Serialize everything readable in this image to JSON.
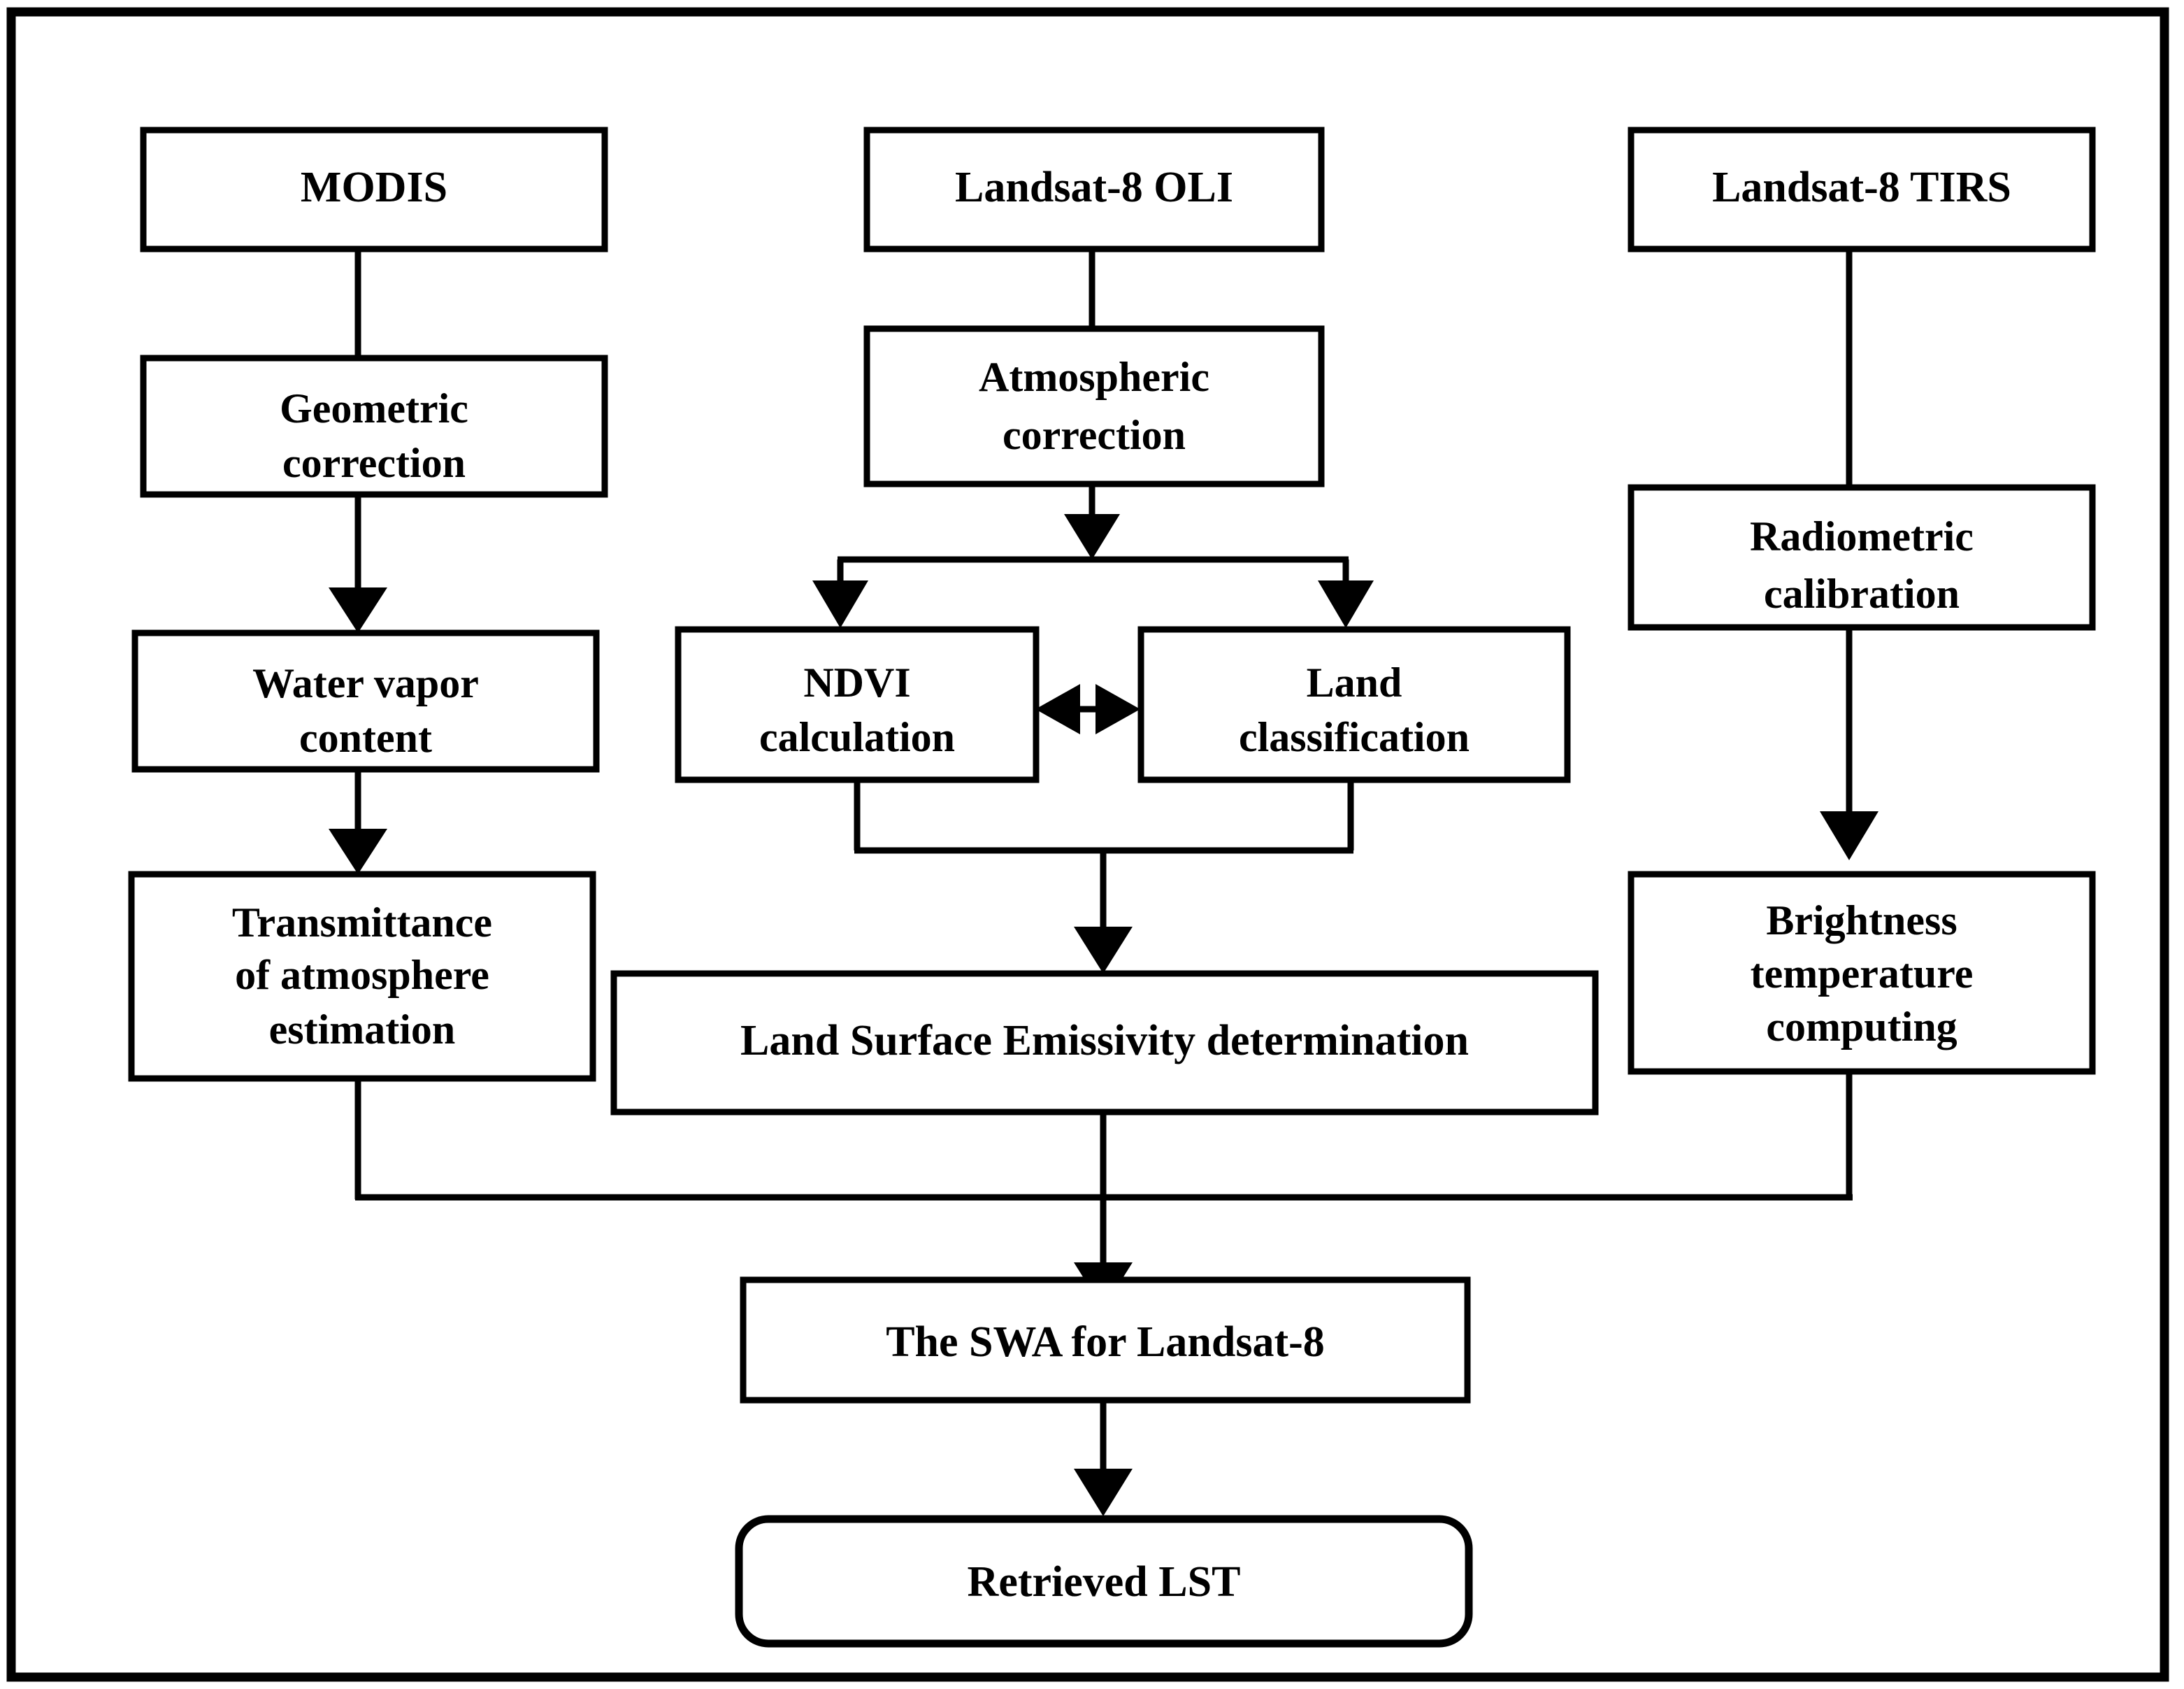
{
  "figure": {
    "type": "flowchart",
    "title": "Land Surface Temperature retrieval workflow",
    "frame": {
      "border_color": "#000000",
      "background": "#ffffff"
    }
  },
  "nodes": {
    "modis": {
      "label": "MODIS",
      "shape": "rectangle"
    },
    "geometric_correction": {
      "label_line1": "Geometric",
      "label_line2": "correction",
      "shape": "rectangle"
    },
    "water_vapor_content": {
      "label_line1": "Water vapor",
      "label_line2": "content",
      "shape": "rectangle"
    },
    "transmittance": {
      "label_line1": "Transmittance",
      "label_line2": "of atmosphere",
      "label_line3": "estimation",
      "shape": "rectangle"
    },
    "landsat8_oli": {
      "label": "Landsat-8 OLI",
      "shape": "rectangle"
    },
    "atmospheric_correction": {
      "label_line1": "Atmospheric",
      "label_line2": "correction",
      "shape": "rectangle"
    },
    "ndvi_calculation": {
      "label_line1": "NDVI",
      "label_line2": "calculation",
      "shape": "rectangle"
    },
    "land_classification": {
      "label_line1": "Land",
      "label_line2": "classification",
      "shape": "rectangle"
    },
    "lse_determination": {
      "label": "Land Surface Emissivity determination",
      "shape": "rectangle"
    },
    "landsat8_tirs": {
      "label": "Landsat-8 TIRS",
      "shape": "rectangle"
    },
    "radiometric_calibration": {
      "label_line1": "Radiometric",
      "label_line2": "calibration",
      "shape": "rectangle"
    },
    "brightness_temperature": {
      "label_line1": "Brightness",
      "label_line2": "temperature",
      "label_line3": "computing",
      "shape": "rectangle"
    },
    "swa": {
      "label": "The SWA for Landsat-8",
      "shape": "rectangle"
    },
    "retrieved_lst": {
      "label": "Retrieved LST",
      "shape": "rounded-rectangle"
    }
  },
  "edges": [
    {
      "from": "modis",
      "to": "geometric_correction",
      "arrow": "none"
    },
    {
      "from": "geometric_correction",
      "to": "water_vapor_content",
      "arrow": "single"
    },
    {
      "from": "water_vapor_content",
      "to": "transmittance",
      "arrow": "single"
    },
    {
      "from": "landsat8_oli",
      "to": "atmospheric_correction",
      "arrow": "none"
    },
    {
      "from": "atmospheric_correction",
      "to": "ndvi_calculation",
      "arrow": "single"
    },
    {
      "from": "atmospheric_correction",
      "to": "land_classification",
      "arrow": "single"
    },
    {
      "from": "ndvi_calculation",
      "to": "land_classification",
      "arrow": "double"
    },
    {
      "from": "ndvi_calculation",
      "to": "lse_determination",
      "arrow": "single"
    },
    {
      "from": "land_classification",
      "to": "lse_determination",
      "arrow": "single"
    },
    {
      "from": "landsat8_tirs",
      "to": "radiometric_calibration",
      "arrow": "none"
    },
    {
      "from": "radiometric_calibration",
      "to": "brightness_temperature",
      "arrow": "single"
    },
    {
      "from": "transmittance",
      "to": "swa",
      "arrow": "single"
    },
    {
      "from": "lse_determination",
      "to": "swa",
      "arrow": "single"
    },
    {
      "from": "brightness_temperature",
      "to": "swa",
      "arrow": "single"
    },
    {
      "from": "swa",
      "to": "retrieved_lst",
      "arrow": "single"
    }
  ]
}
